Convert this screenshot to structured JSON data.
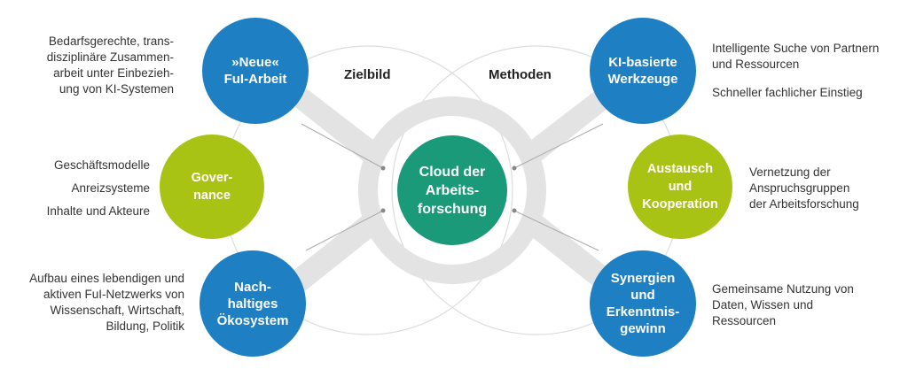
{
  "labels": {
    "zielbild": "Zielbild",
    "methoden": "Methoden"
  },
  "center": "Cloud der\nArbeits-\nforschung",
  "left_nodes": [
    {
      "label": "»Neue«\nFuI-Arbeit",
      "text": "Bedarfsgerechte, trans-\ndisziplinäre Zusammen-\narbeit unter Einbezieh-\nung von KI-Systemen"
    },
    {
      "label": "Gover-\nnance",
      "text": "Geschäftsmodelle\nAnreizsysteme\nInhalte und Akteure"
    },
    {
      "label": "Nach-\nhaltiges\nÖkosystem",
      "text": "Aufbau eines lebendigen und\naktiven FuI-Netzwerks von\nWissenschaft, Wirtschaft,\nBildung, Politik"
    }
  ],
  "right_nodes": [
    {
      "label": "KI-basierte\nWerkzeuge",
      "text": "Intelligente Suche von Partnern\nund Ressourcen",
      "text2": "Schneller fachlicher Einstieg"
    },
    {
      "label": "Austausch\nund\nKooperation",
      "text": "Vernetzung der\nAnspruchsgruppen\nder Arbeitsforschung"
    },
    {
      "label": "Synergien\nund\nErkenntnis-\ngewinn",
      "text": "Gemeinsame Nutzung von\nDaten, Wissen und\nRessourcen"
    }
  ],
  "colors": {
    "blue": "#1f7fc3",
    "lime": "#a8c313",
    "teal": "#1a9a78",
    "band": "#e3e3e3"
  }
}
